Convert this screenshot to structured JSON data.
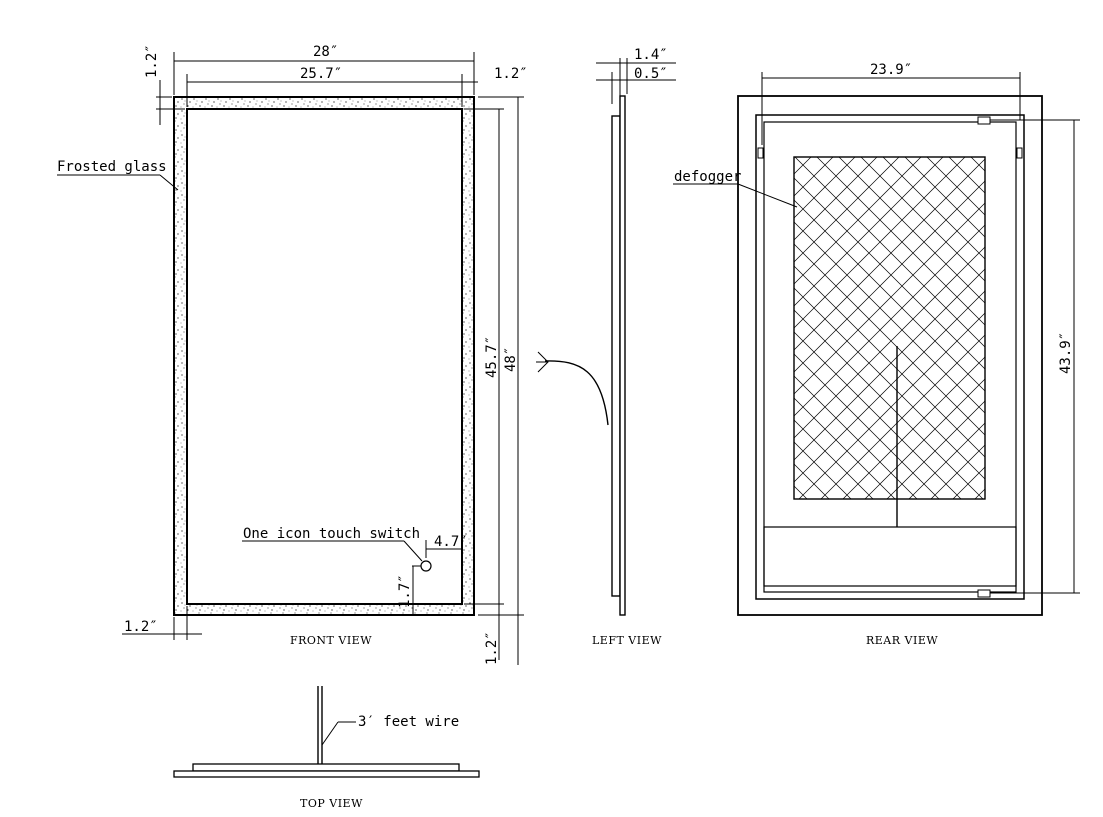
{
  "front_view": {
    "caption": "FRONT VIEW",
    "dim_outer_width": "28″",
    "dim_inner_width": "25.7″",
    "dim_top_border": "1.2″",
    "dim_right_border": "1.2″",
    "dim_left_border": "1.2″",
    "dim_bottom_border": "1.2″",
    "dim_inner_height": "45.7″",
    "dim_outer_height": "48″",
    "dim_switch_side": "4.7″",
    "dim_switch_bottom": "1.7″",
    "label_frosted": "Frosted glass",
    "label_switch": "One icon touch switch"
  },
  "left_view": {
    "caption": "LEFT VIEW",
    "dim_depth": "1.4″",
    "dim_glass": "0.5″"
  },
  "rear_view": {
    "caption": "REAR VIEW",
    "dim_bracket_width": "23.9″",
    "dim_bracket_height": "43.9″",
    "label_defogger": "defogger"
  },
  "top_view": {
    "caption": "TOP VIEW",
    "label_wire": "3′ feet wire"
  },
  "colors": {
    "line": "#000000",
    "background": "#ffffff"
  }
}
